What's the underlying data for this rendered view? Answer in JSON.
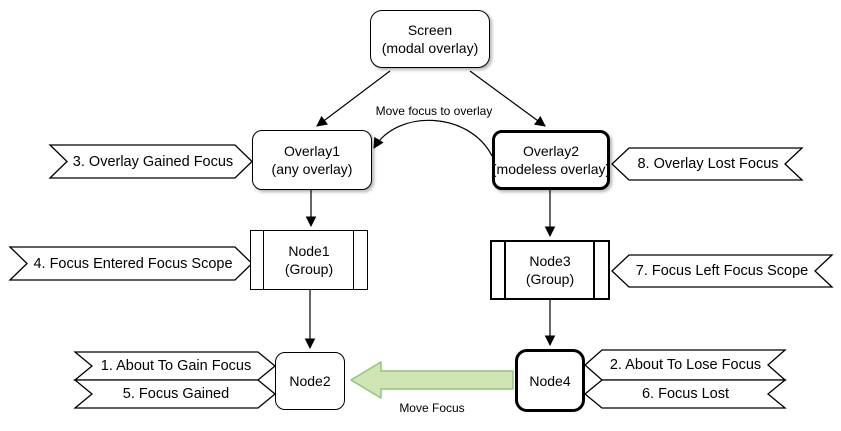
{
  "diagram": {
    "screen": {
      "line1": "Screen",
      "line2": "(modal overlay)"
    },
    "overlay1": {
      "line1": "Overlay1",
      "line2": "(any overlay)"
    },
    "overlay2": {
      "line1": "Overlay2",
      "line2": "(modeless overlay)"
    },
    "node1": {
      "line1": "Node1",
      "line2": "(Group)"
    },
    "node3": {
      "line1": "Node3",
      "line2": "(Group)"
    },
    "node2": {
      "label": "Node2"
    },
    "node4": {
      "label": "Node4"
    },
    "banners": {
      "b1": "1. About To Gain Focus",
      "b2": "2. About To Lose Focus",
      "b3": "3. Overlay Gained Focus",
      "b4": "4. Focus Entered Focus Scope",
      "b5": "5. Focus Gained",
      "b6": "6. Focus Lost",
      "b7": "7. Focus Left Focus Scope",
      "b8": "8. Overlay Lost Focus"
    },
    "edges": {
      "move_focus_to_overlay": "Move focus to overlay",
      "move_focus": "Move Focus"
    },
    "colors": {
      "stroke": "#000000",
      "shape_fill": "#ffffff",
      "green_arrow_fill": "#cfe6b4",
      "green_arrow_stroke": "#93c47d"
    }
  }
}
